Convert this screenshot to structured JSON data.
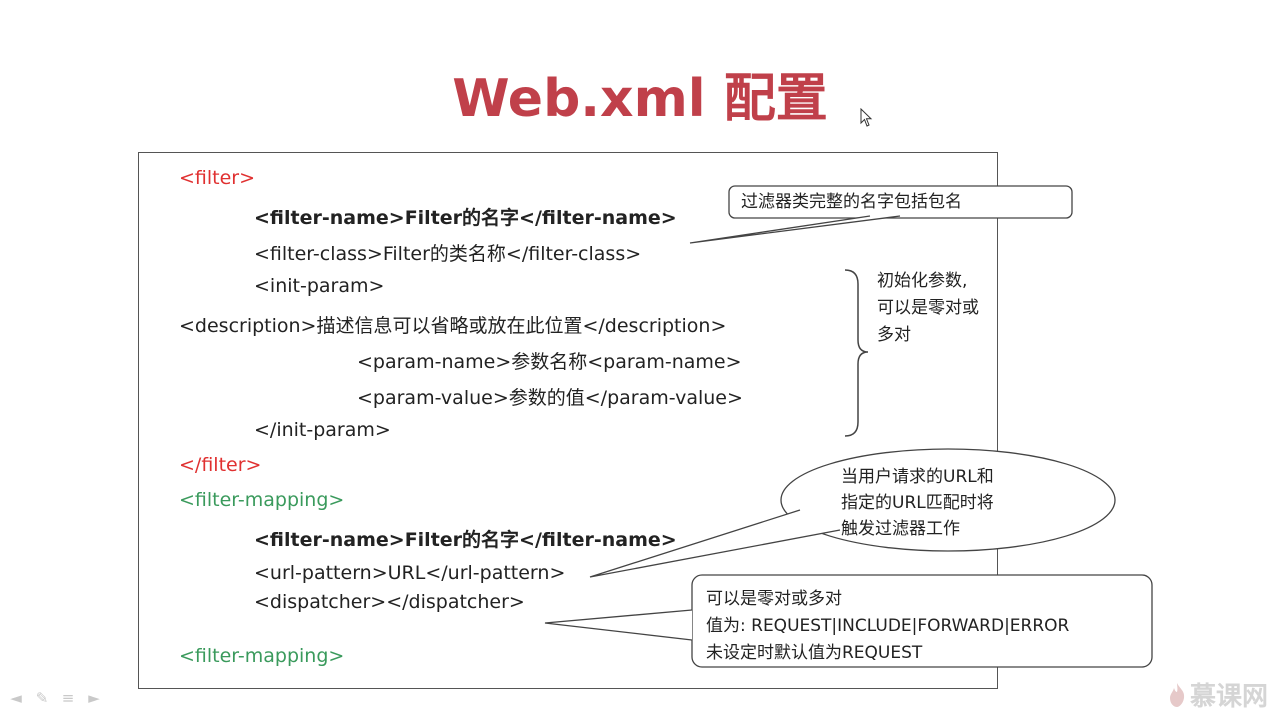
{
  "title": "Web.xml 配置",
  "code_lines": [
    {
      "text": "<filter>"
    },
    {
      "text": "<filter-name>Filter的名字</filter-name>"
    },
    {
      "text": "<filter-class>Filter的类名称</filter-class>"
    },
    {
      "text": "<init-param>"
    },
    {
      "text": "<description>描述信息可以省略或放在此位置</description>"
    },
    {
      "text": "<param-name>参数名称<param-name>"
    },
    {
      "text": "<param-value>参数的值</param-value>"
    },
    {
      "text": "</init-param>"
    },
    {
      "text": "</filter>"
    },
    {
      "text": "<filter-mapping>"
    },
    {
      "text": "<filter-name>Filter的名字</filter-name>"
    },
    {
      "text": "<url-pattern>URL</url-pattern>"
    },
    {
      "text": "<dispatcher></dispatcher>"
    },
    {
      "text": "<filter-mapping>"
    }
  ],
  "notes": {
    "filter_class": "过滤器类完整的名字包括包名",
    "init_param": [
      "初始化参数,",
      "可以是零对或",
      "多对"
    ],
    "url_pattern": [
      "当用户请求的URL和",
      "指定的URL匹配时将",
      "触发过滤器工作"
    ],
    "dispatcher": [
      "可以是零对或多对",
      "值为: REQUEST|INCLUDE|FORWARD|ERROR",
      "未设定时默认值为REQUEST"
    ]
  },
  "logo_text": "慕课网",
  "colors": {
    "title": "#c0404a",
    "tag_red": "#e03030",
    "tag_green": "#3a9a5c",
    "text": "#222222"
  }
}
